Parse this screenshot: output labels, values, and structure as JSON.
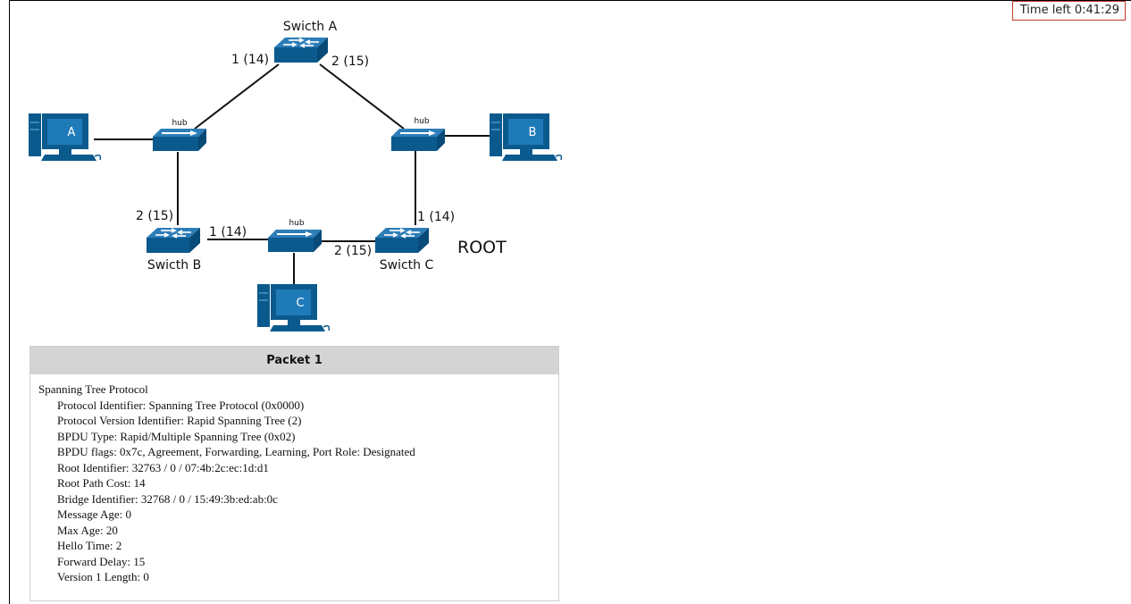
{
  "timer": {
    "text": "Time left 0:41:29"
  },
  "diagram": {
    "switch_a": {
      "name": "Swicth A",
      "port1": "1 (14)",
      "port2": "2 (15)"
    },
    "switch_b": {
      "name": "Swicth B",
      "port1": "1 (14)",
      "port2": "2 (15)"
    },
    "switch_c": {
      "name": "Swicth C",
      "port1": "1 (14)",
      "port2": "2 (15)",
      "role": "ROOT"
    },
    "hub_label": "hub",
    "pc_a": "A",
    "pc_b": "B",
    "pc_c": "C"
  },
  "packet": {
    "title": "Packet 1",
    "protocol": "Spanning Tree Protocol",
    "fields": [
      "Protocol Identifier: Spanning Tree Protocol (0x0000)",
      "Protocol Version Identifier: Rapid Spanning Tree (2)",
      "BPDU Type: Rapid/Multiple Spanning Tree (0x02)",
      "BPDU flags: 0x7c, Agreement, Forwarding, Learning, Port Role: Designated",
      "Root Identifier: 32763 / 0 / 07:4b:2c:ec:1d:d1",
      "Root Path Cost: 14",
      "Bridge Identifier: 32768 / 0 / 15:49:3b:ed:ab:0c",
      "Message Age: 0",
      "Max Age: 20",
      "Hello Time: 2",
      "Forward Delay: 15",
      "Version 1 Length: 0"
    ]
  }
}
